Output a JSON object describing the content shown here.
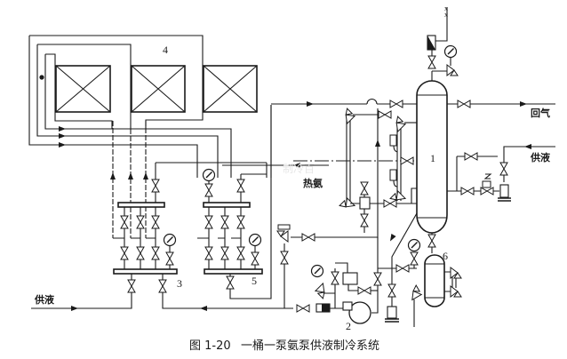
{
  "caption": {
    "figure_number": "图 1-20",
    "title": "一桶一泵氨泵供液制冷系统"
  },
  "component_labels": {
    "separator": "1",
    "pump": "2",
    "supply_manifold": "3",
    "evaporator": "4",
    "return_manifold": "5",
    "drain_vessel": "6"
  },
  "flow_labels": {
    "return_gas": "回气",
    "supply_liquid_right": "供液",
    "supply_liquid_left": "供液",
    "hot_ammonia": "热氨"
  },
  "watermark": "制冷百"
}
